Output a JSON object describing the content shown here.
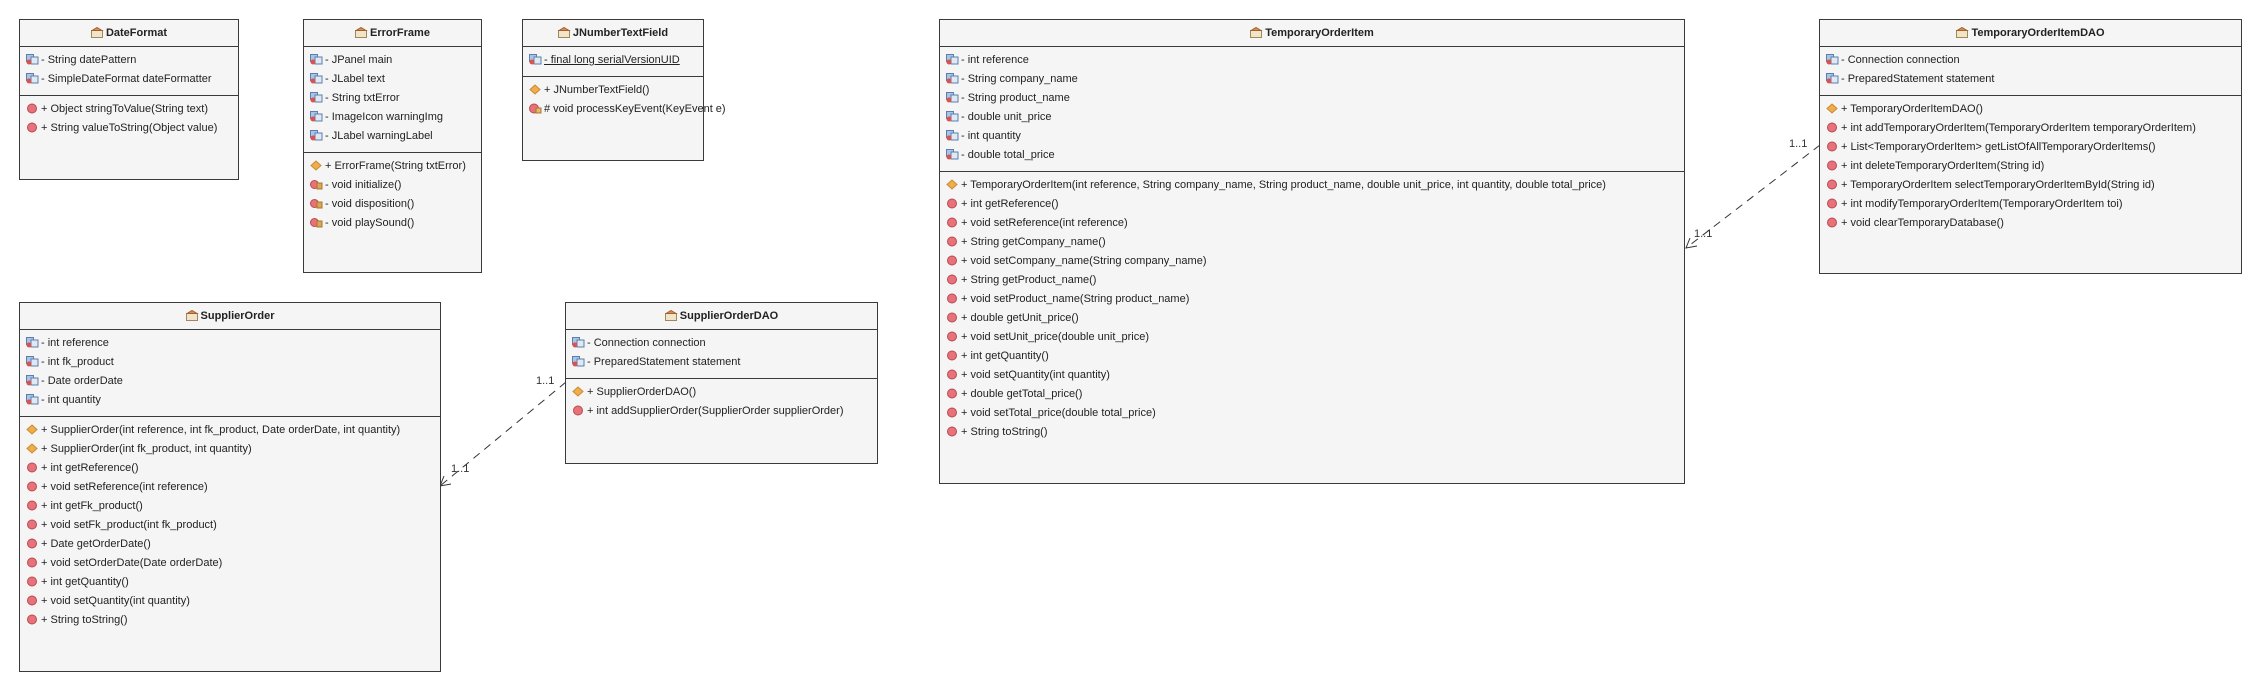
{
  "classes": {
    "dateformat": {
      "name": "DateFormat",
      "attrs": [
        "- String datePattern",
        "- SimpleDateFormat dateFormatter"
      ],
      "methods": [
        "+ Object stringToValue(String text)",
        "+ String valueToString(Object value)"
      ]
    },
    "errorframe": {
      "name": "ErrorFrame",
      "attrs": [
        "- JPanel main",
        "- JLabel text",
        "- String txtError",
        "- ImageIcon warningImg",
        "- JLabel warningLabel"
      ],
      "methods": [
        "+ ErrorFrame(String txtError)",
        "- void initialize()",
        "- void disposition()",
        "- void playSound()"
      ]
    },
    "jnumbertextfield": {
      "name": "JNumberTextField",
      "attrs": [
        "- final long serialVersionUID"
      ],
      "methods": [
        "+ JNumberTextField()",
        "# void processKeyEvent(KeyEvent e)"
      ]
    },
    "temporaryorderitem": {
      "name": "TemporaryOrderItem",
      "attrs": [
        "- int reference",
        "- String company_name",
        "- String product_name",
        "- double unit_price",
        "- int quantity",
        "- double total_price"
      ],
      "methods": [
        "+ TemporaryOrderItem(int reference, String company_name, String product_name, double unit_price, int quantity, double total_price)",
        "+ int getReference()",
        "+ void setReference(int reference)",
        "+ String getCompany_name()",
        "+ void setCompany_name(String company_name)",
        "+ String getProduct_name()",
        "+ void setProduct_name(String product_name)",
        "+ double getUnit_price()",
        "+ void setUnit_price(double unit_price)",
        "+ int getQuantity()",
        "+ void setQuantity(int quantity)",
        "+ double getTotal_price()",
        "+ void setTotal_price(double total_price)",
        "+ String toString()"
      ]
    },
    "temporaryorderitemdao": {
      "name": "TemporaryOrderItemDAO",
      "attrs": [
        "- Connection connection",
        "- PreparedStatement statement"
      ],
      "methods": [
        "+ TemporaryOrderItemDAO()",
        "+ int addTemporaryOrderItem(TemporaryOrderItem temporaryOrderItem)",
        "+ List<TemporaryOrderItem> getListOfAllTemporaryOrderItems()",
        "+ int deleteTemporaryOrderItem(String id)",
        "+ TemporaryOrderItem selectTemporaryOrderItemById(String id)",
        "+ int modifyTemporaryOrderItem(TemporaryOrderItem toi)",
        "+ void clearTemporaryDatabase()"
      ]
    },
    "supplierorder": {
      "name": "SupplierOrder",
      "attrs": [
        "- int reference",
        "- int fk_product",
        "- Date orderDate",
        "- int quantity"
      ],
      "methods": [
        "+ SupplierOrder(int reference, int fk_product, Date orderDate, int quantity)",
        "+ SupplierOrder(int fk_product, int quantity)",
        "+ int getReference()",
        "+ void setReference(int reference)",
        "+ int getFk_product()",
        "+ void setFk_product(int fk_product)",
        "+ Date getOrderDate()",
        "+ void setOrderDate(Date orderDate)",
        "+ int getQuantity()",
        "+ void setQuantity(int quantity)",
        "+ String toString()"
      ]
    },
    "supplierorderdao": {
      "name": "SupplierOrderDAO",
      "attrs": [
        "- Connection connection",
        "- PreparedStatement statement"
      ],
      "methods": [
        "+ SupplierOrderDAO()",
        "+ int addSupplierOrder(SupplierOrder supplierOrder)"
      ]
    }
  },
  "associations": {
    "tempdao_to_temp": {
      "source_mult": "1..1",
      "target_mult": "1..1"
    },
    "supdao_to_sup": {
      "source_mult": "1..1",
      "target_mult": "1..1"
    }
  },
  "colors": {
    "box_fill": "#f5f5f5",
    "border": "#3a3a3a",
    "private_icon": "#d9534f",
    "constructor_icon": "#f0ad4e"
  },
  "icons": {
    "attribute": "field-icon",
    "constructor": "constructor-icon",
    "method": "method-icon",
    "class": "class-icon"
  }
}
